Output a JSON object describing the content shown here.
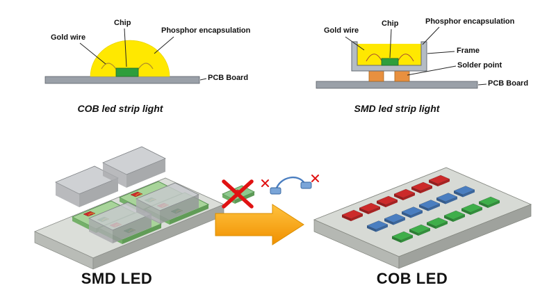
{
  "cob_section": {
    "labels": {
      "gold_wire": "Gold wire",
      "chip": "Chip",
      "phosphor_encapsulation": "Phosphor encapsulation",
      "pcb_board": "PCB Board"
    },
    "caption": "COB led strip light"
  },
  "smd_section": {
    "labels": {
      "gold_wire": "Gold wire",
      "chip": "Chip",
      "phosphor_encapsulation": "Phosphor encapsulation",
      "frame": "Frame",
      "solder_point": "Solder point",
      "pcb_board": "PCB Board"
    },
    "caption": "SMD led strip light"
  },
  "comparison": {
    "smd_label": "SMD LED",
    "cob_label": "COB LED"
  },
  "cob_board": {
    "chip_grid": {
      "rows": 3,
      "cols": 6,
      "row_colors": [
        "#cc2a2a",
        "#4a7ec0",
        "#3fae4a"
      ],
      "row_names": [
        "red",
        "blue",
        "green"
      ]
    }
  },
  "colors": {
    "phosphor_yellow": "#ffe800",
    "chip_green": "#2e9e3c",
    "pcb_gray": "#9aa0a8",
    "frame_gray": "#b4bcc4",
    "solder_orange": "#e8903f",
    "arrow_orange": "#f7a400",
    "cross_red": "#e01212",
    "wire_gold": "#b08d2a"
  }
}
